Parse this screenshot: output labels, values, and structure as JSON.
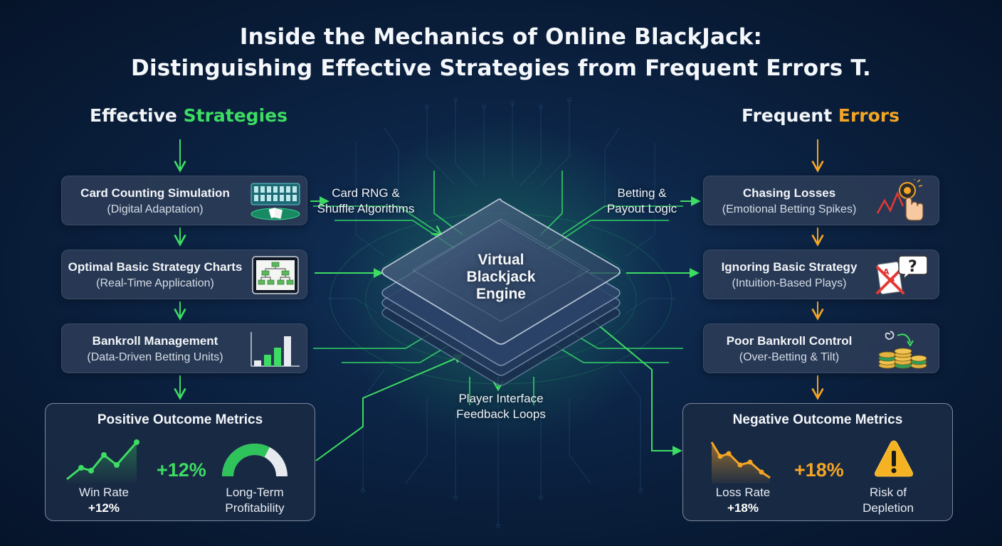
{
  "title": {
    "line1": "Inside the Mechanics of Online BlackJack:",
    "line2": "Distinguishing Effective Strategies from Frequent Errors T."
  },
  "colors": {
    "background": "#0a1f3c",
    "green": "#3ddc63",
    "orange": "#f5a524",
    "card": "#2c3c58"
  },
  "left": {
    "heading_part1": "Effective",
    "heading_part2": "Strategies",
    "cards": [
      {
        "title": "Card Counting Simulation",
        "subtitle": "(Digital Adaptation)",
        "icon": "blackjack-table-icon"
      },
      {
        "title": "Optimal Basic Strategy Charts",
        "subtitle": "(Real-Time Application)",
        "icon": "tablet-flowchart-icon"
      },
      {
        "title": "Bankroll Management",
        "subtitle": "(Data-Driven Betting Units)",
        "icon": "bar-chart-icon"
      }
    ],
    "metrics": {
      "title": "Positive Outcome Metrics",
      "value": "+12%",
      "stat1_label": "Win Rate",
      "stat1_value": "+12%",
      "stat2_line1": "Long-Term",
      "stat2_line2": "Profitability",
      "gauge_level": 0.65
    }
  },
  "right": {
    "heading_part1": "Frequent",
    "heading_part2": "Errors",
    "cards": [
      {
        "title": "Chasing Losses",
        "subtitle": "(Emotional Betting Spikes)",
        "icon": "chip-click-spike-icon"
      },
      {
        "title": "Ignoring Basic Strategy",
        "subtitle": "(Intuition-Based Plays)",
        "icon": "crossed-card-question-icon"
      },
      {
        "title": "Poor Bankroll Control",
        "subtitle": "(Over-Betting & Tilt)",
        "icon": "chip-stacks-icon"
      }
    ],
    "metrics": {
      "title": "Negative Outcome Metrics",
      "value": "+18%",
      "stat1_label": "Loss Rate",
      "stat1_value": "+18%",
      "stat2_line1": "Risk of",
      "stat2_line2": "Depletion"
    }
  },
  "engine": {
    "title_line1": "Virtual",
    "title_line2": "Blackjack",
    "title_line3": "Engine",
    "rng_line1": "Card RNG &",
    "rng_line2": "Shuffle Algorithms",
    "betting_line1": "Betting &",
    "betting_line2": "Payout Logic",
    "player_line1": "Player Interface",
    "player_line2": "Feedback Loops"
  }
}
